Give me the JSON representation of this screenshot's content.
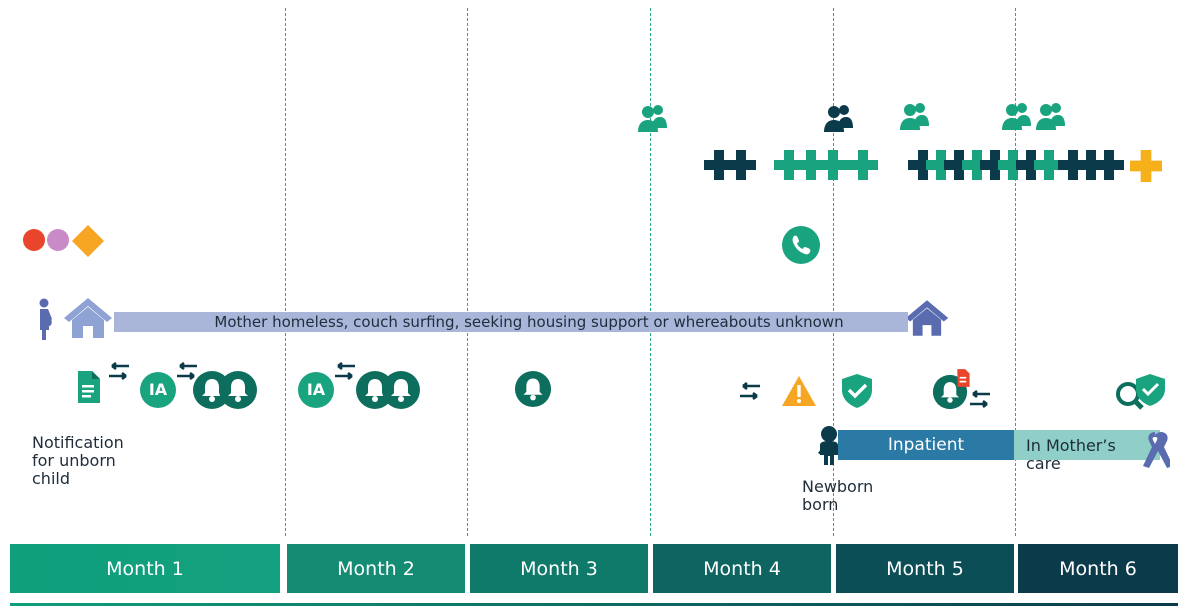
{
  "timeline": {
    "months": [
      "Month 1",
      "Month 2",
      "Month 3",
      "Month 4",
      "Month 5",
      "Month 6"
    ]
  },
  "housing_bar": {
    "label": "Mother homeless, couch surfing, seeking housing support or whereabouts unknown"
  },
  "inpatient_bar": {
    "label": "Inpatient"
  },
  "mothers_care_bar": {
    "label": "In Mother’s care"
  },
  "annotations": {
    "notification": "Notification for unborn child",
    "newborn": "Newborn born"
  },
  "badges": {
    "ia": "IA"
  },
  "colors": {
    "teal_dark": "#0d6e5e",
    "teal": "#1aa37f",
    "navy": "#0b3a4a",
    "housing_bar": "#a9b6d9",
    "inpatient": "#2b7aa6",
    "mothers_care": "#8fcfc7",
    "orange": "#f6a623",
    "red": "#e8452c",
    "pink": "#c98ac8",
    "yellow": "#f6b01a",
    "house": "#8ea3d4",
    "house_dark": "#5a6bb0"
  },
  "icons": [
    "pregnant-woman-icon",
    "house-icon",
    "document-icon",
    "exchange-arrows-icon",
    "bell-icon",
    "group-icon",
    "phone-icon",
    "warning-icon",
    "shield-check-icon",
    "baby-icon",
    "ribbon-icon",
    "search-check-icon",
    "red-dot-icon",
    "pink-dot-icon",
    "orange-diamond-icon",
    "plus-icon"
  ]
}
